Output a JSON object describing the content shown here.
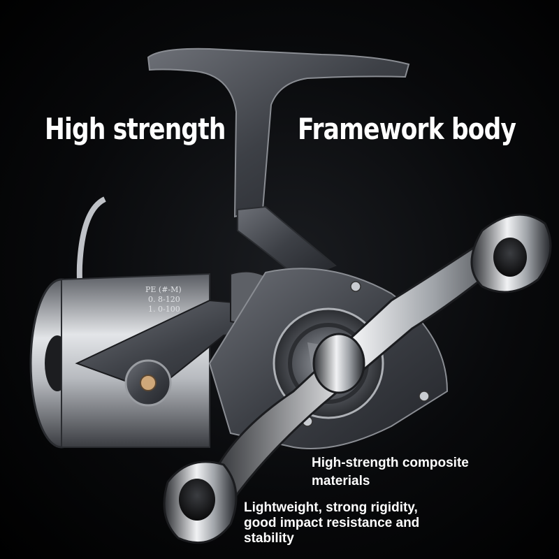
{
  "headline": {
    "left": "High strength",
    "right": "Framework body"
  },
  "spool_label": {
    "line1": "PE (#-M)",
    "line2": "0. 8-120",
    "line3": "1. 0-100"
  },
  "captions": {
    "composite": "High-strength composite\nmaterials",
    "properties": "Lightweight, strong rigidity,\ngood impact resistance and\nstability"
  },
  "colors": {
    "background": "#000000",
    "text": "#ffffff",
    "metal_dark": "#4a4d53",
    "metal_light": "#c9ccd1",
    "chrome": "#e6e8ea"
  }
}
